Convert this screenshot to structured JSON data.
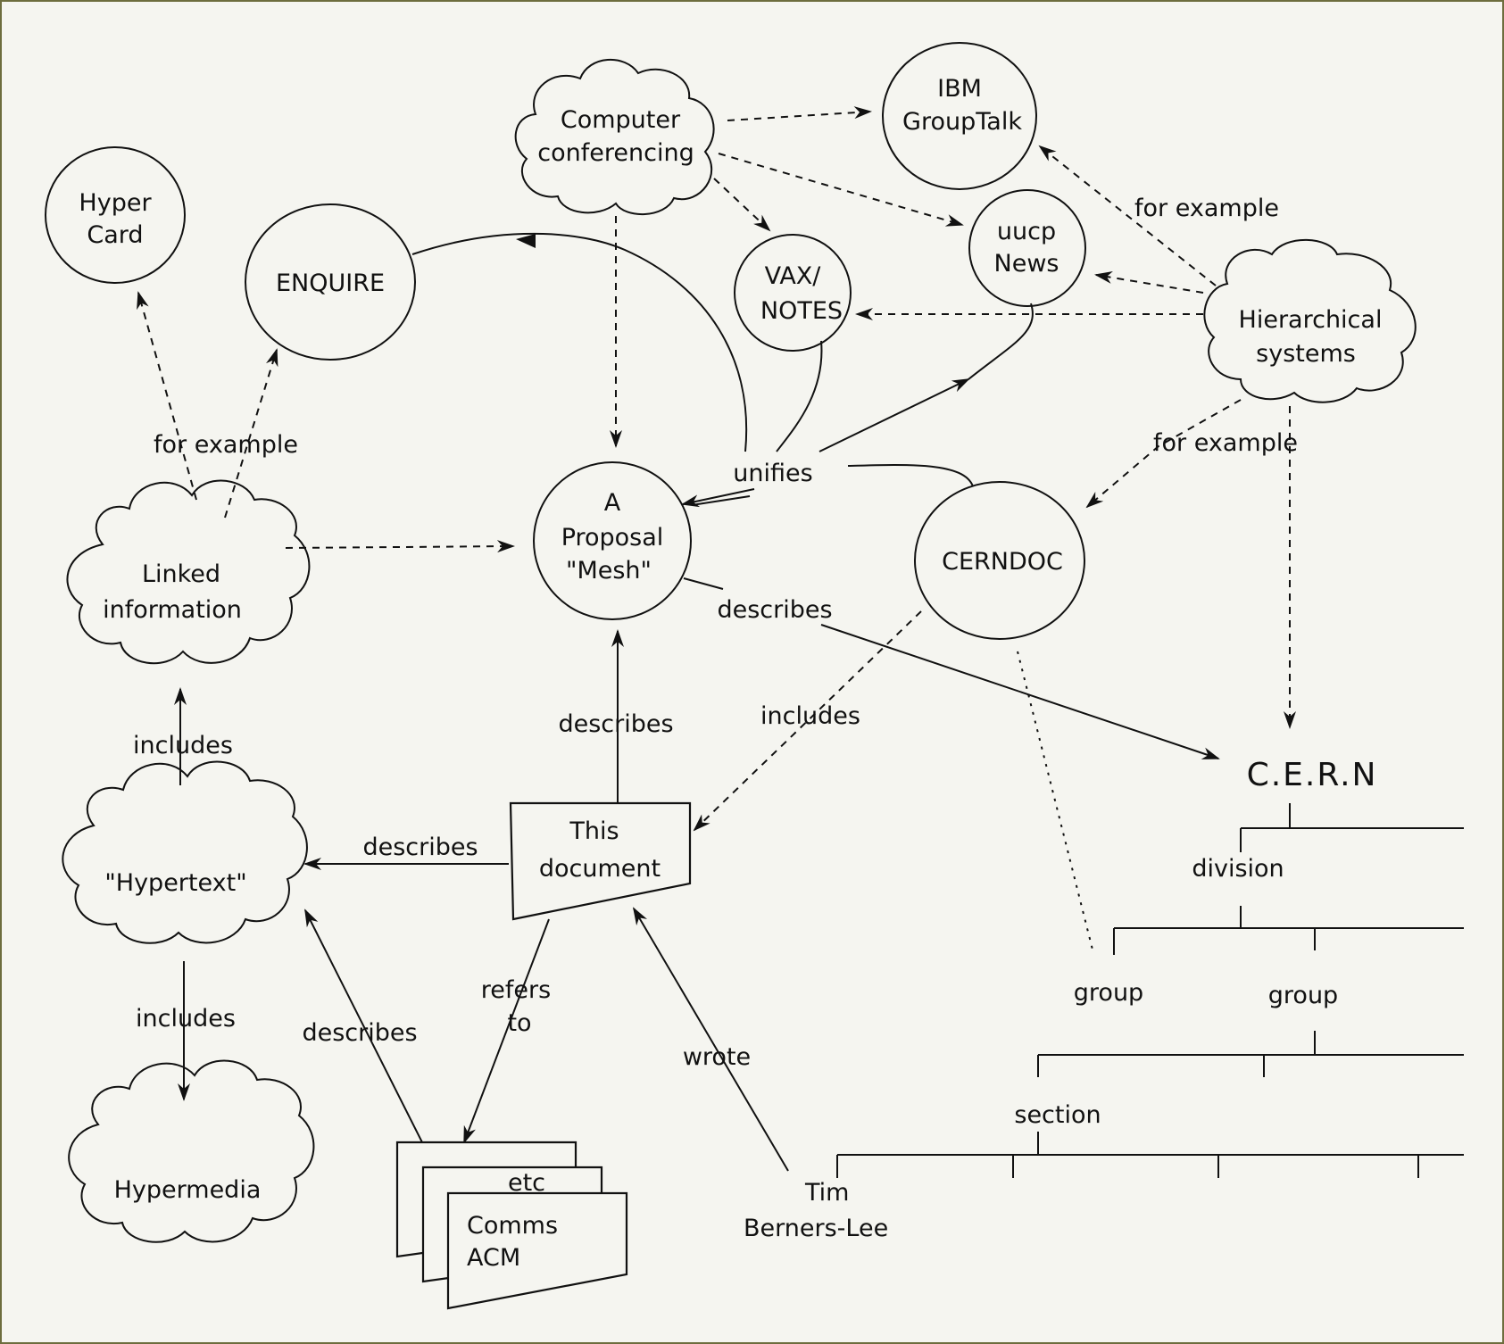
{
  "nodes": {
    "hypercard": [
      "Hyper",
      "Card"
    ],
    "enquire": [
      "ENQUIRE"
    ],
    "computer_conferencing": [
      "Computer",
      "conferencing"
    ],
    "ibm_grouptalk": [
      "IBM",
      "GroupTalk"
    ],
    "uucp_news": [
      "uucp",
      "News"
    ],
    "vax_notes": [
      "VAX/",
      "NOTES"
    ],
    "hierarchical_systems": [
      "Hierarchical",
      "systems"
    ],
    "linked_information": [
      "Linked",
      "information"
    ],
    "mesh": [
      "A",
      "Proposal",
      "\"Mesh\""
    ],
    "cerndoc": [
      "CERNDOC"
    ],
    "cern": [
      "C.E.R.N"
    ],
    "this_document": [
      "This",
      "document"
    ],
    "hypertext": [
      "\"Hypertext\""
    ],
    "hypermedia": [
      "Hypermedia"
    ],
    "comms_acm": [
      "Comms",
      "ACM"
    ],
    "etc": [
      "etc"
    ],
    "tim": [
      "Tim",
      "Berners-Lee"
    ]
  },
  "edge_labels": {
    "for_example_left": "for example",
    "for_example_top_right": "for example",
    "for_example_right": "for example",
    "unifies": "unifies",
    "describes_mesh_cern": "describes",
    "describes_doc_mesh": "describes",
    "describes_doc_hypertext": "describes",
    "describes_comms_hypertext": "describes",
    "includes_hypertext_linked": "includes",
    "includes_hypertext_hypermedia": "includes",
    "includes_cerndoc_doc": "includes",
    "refers_to": [
      "refers",
      "to"
    ],
    "wrote": "wrote"
  },
  "org_tree": {
    "division": "division",
    "group_1": "group",
    "group_2": "group",
    "section": "section"
  }
}
